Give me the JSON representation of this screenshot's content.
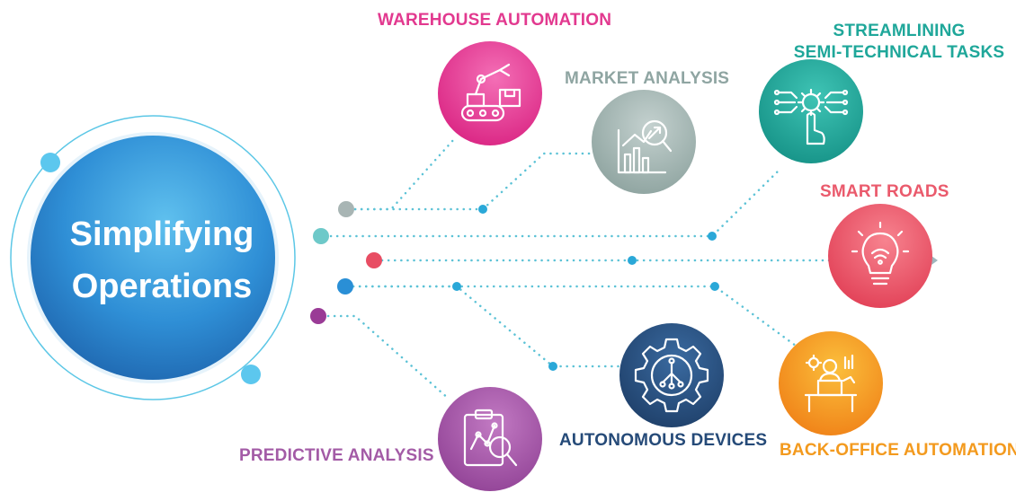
{
  "hub": {
    "line1": "Simplifying",
    "line2": "Operations"
  },
  "nodes": [
    {
      "label": "WAREHOUSE AUTOMATION",
      "color": "#e2398f",
      "icon": "robot-arm-conveyor-icon"
    },
    {
      "label": "MARKET ANALYSIS",
      "color": "#8fa5a2",
      "icon": "bar-chart-magnifier-icon"
    },
    {
      "label_line1": "STREAMLINING",
      "label_line2": "SEMI-TECHNICAL TASKS",
      "color": "#1fa79a",
      "icon": "gear-hand-circuit-icon"
    },
    {
      "label": "SMART ROADS",
      "color": "#ea5a6c",
      "icon": "lightbulb-wifi-icon"
    },
    {
      "label": "AUTONOMOUS DEVICES",
      "color": "#254a78",
      "icon": "gear-network-icon"
    },
    {
      "label": "BACK-OFFICE AUTOMATION",
      "color": "#f39a1e",
      "icon": "desk-person-laptop-icon"
    },
    {
      "label": "PREDICTIVE ANALYSIS",
      "color": "#a35ba6",
      "icon": "clipboard-graph-magnifier-icon"
    }
  ],
  "colors": {
    "hub": "#2a8fd6",
    "connector": "#5cc2d6",
    "dot_grey": "#a8b5b4",
    "dot_teal": "#6ec9c9",
    "dot_red": "#e84d63",
    "dot_blue": "#2a8fd6",
    "dot_purple": "#9a3b96"
  }
}
